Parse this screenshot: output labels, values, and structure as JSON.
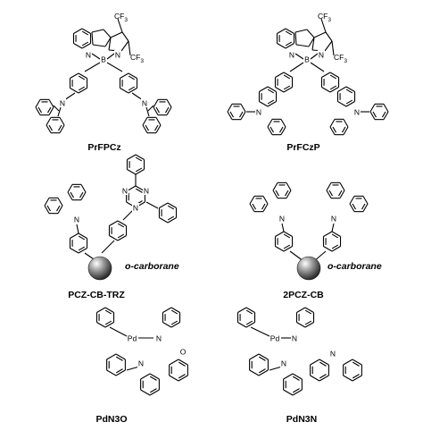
{
  "compounds": [
    {
      "name": "PrFPCz",
      "substituents": [
        "CF",
        "CF"
      ],
      "atoms": [
        "N",
        "B",
        "N",
        "N",
        "N"
      ]
    },
    {
      "name": "PrFCzP",
      "substituents": [
        "CF",
        "CF"
      ],
      "atoms": [
        "N",
        "B",
        "N",
        "N",
        "N"
      ]
    },
    {
      "name": "PCZ-CB-TRZ",
      "group_label": "o-carborane",
      "atoms": [
        "N",
        "N",
        "N",
        "N"
      ]
    },
    {
      "name": "2PCZ-CB",
      "group_label": "o-carborane",
      "atoms": [
        "N",
        "N"
      ]
    },
    {
      "name": "PdN3O",
      "atoms": [
        "Pd",
        "N",
        "N",
        "O"
      ]
    },
    {
      "name": "PdN3N",
      "atoms": [
        "Pd",
        "N",
        "N",
        "N",
        "N"
      ]
    }
  ],
  "subscript": "3"
}
